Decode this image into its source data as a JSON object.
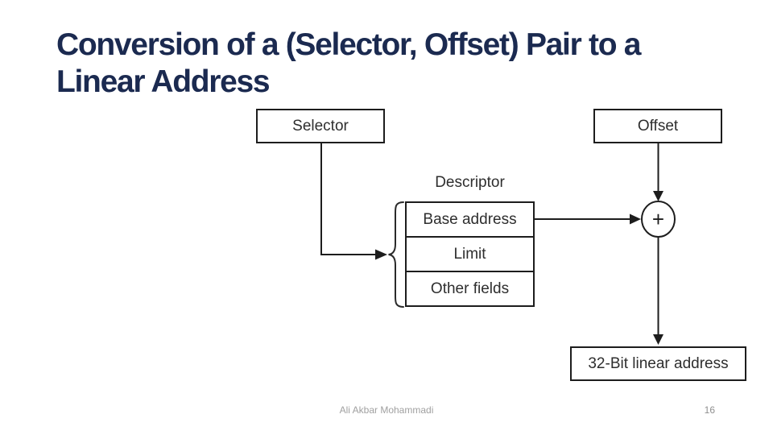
{
  "slide": {
    "title_line1": "Conversion of a (Selector, Offset) Pair to a",
    "title_line2": "Linear Address",
    "title_color": "#1b2a50",
    "background_color": "#ffffff"
  },
  "diagram": {
    "selector_label": "Selector",
    "offset_label": "Offset",
    "descriptor_label": "Descriptor",
    "descriptor_rows": [
      "Base address",
      "Limit",
      "Other fields"
    ],
    "adder_symbol": "+",
    "result_label": "32-Bit linear address",
    "line_color": "#1d1d1d"
  },
  "footer": {
    "author": "Ali Akbar Mohammadi",
    "page_number": "16"
  }
}
